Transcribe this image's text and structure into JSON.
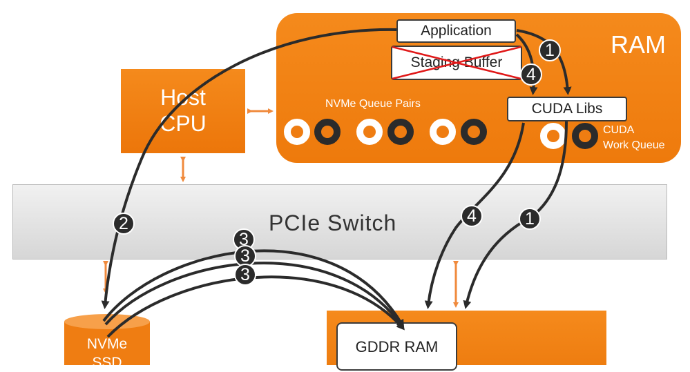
{
  "ram": {
    "label": "RAM"
  },
  "host_cpu": {
    "label": "Host\nCPU"
  },
  "pcie_switch": {
    "label": "PCIe  Switch"
  },
  "application": {
    "label": "Application"
  },
  "staging_buffer": {
    "label": "Staging Buffer"
  },
  "cuda_libs": {
    "label": "CUDA Libs"
  },
  "nvme_queue_pairs": {
    "label": "NVMe Queue Pairs"
  },
  "cuda_work_queue": {
    "label": "CUDA\nWork Queue"
  },
  "nvme_ssd": {
    "label": "NVMe\nSSD"
  },
  "gddr_ram": {
    "label": "GDDR RAM"
  },
  "steps": {
    "step1_top": "1",
    "step4_top": "4",
    "step2": "2",
    "step4_mid": "4",
    "step1_mid": "1",
    "step3a": "3",
    "step3b": "3",
    "step3c": "3"
  },
  "colors": {
    "accent_orange": "#f58a1c",
    "arrow_dark": "#2b2b2b",
    "link_orange": "#f08a3c",
    "cross_red": "#e01818"
  }
}
